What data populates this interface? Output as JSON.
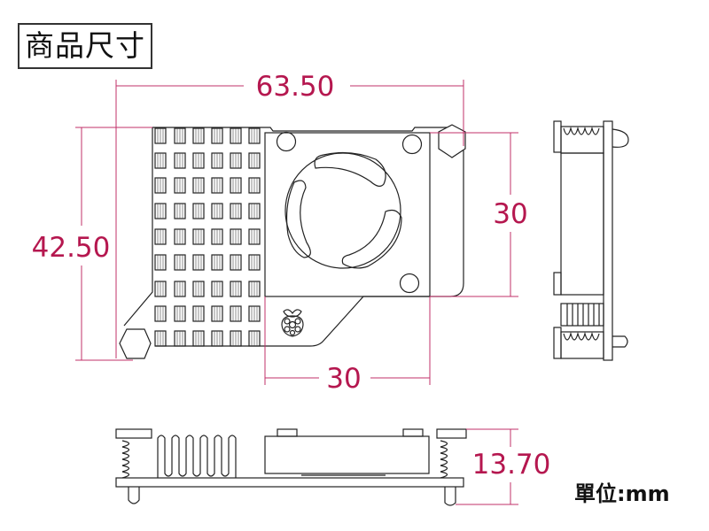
{
  "title": "商品尺寸",
  "unit_label": "單位:mm",
  "dimensions": {
    "width_overall": "63.50",
    "height_overall": "42.50",
    "fan_height": "30",
    "fan_width": "30",
    "thickness": "13.70"
  },
  "colors": {
    "dimension": "#b5174f",
    "outline": "#222222"
  }
}
